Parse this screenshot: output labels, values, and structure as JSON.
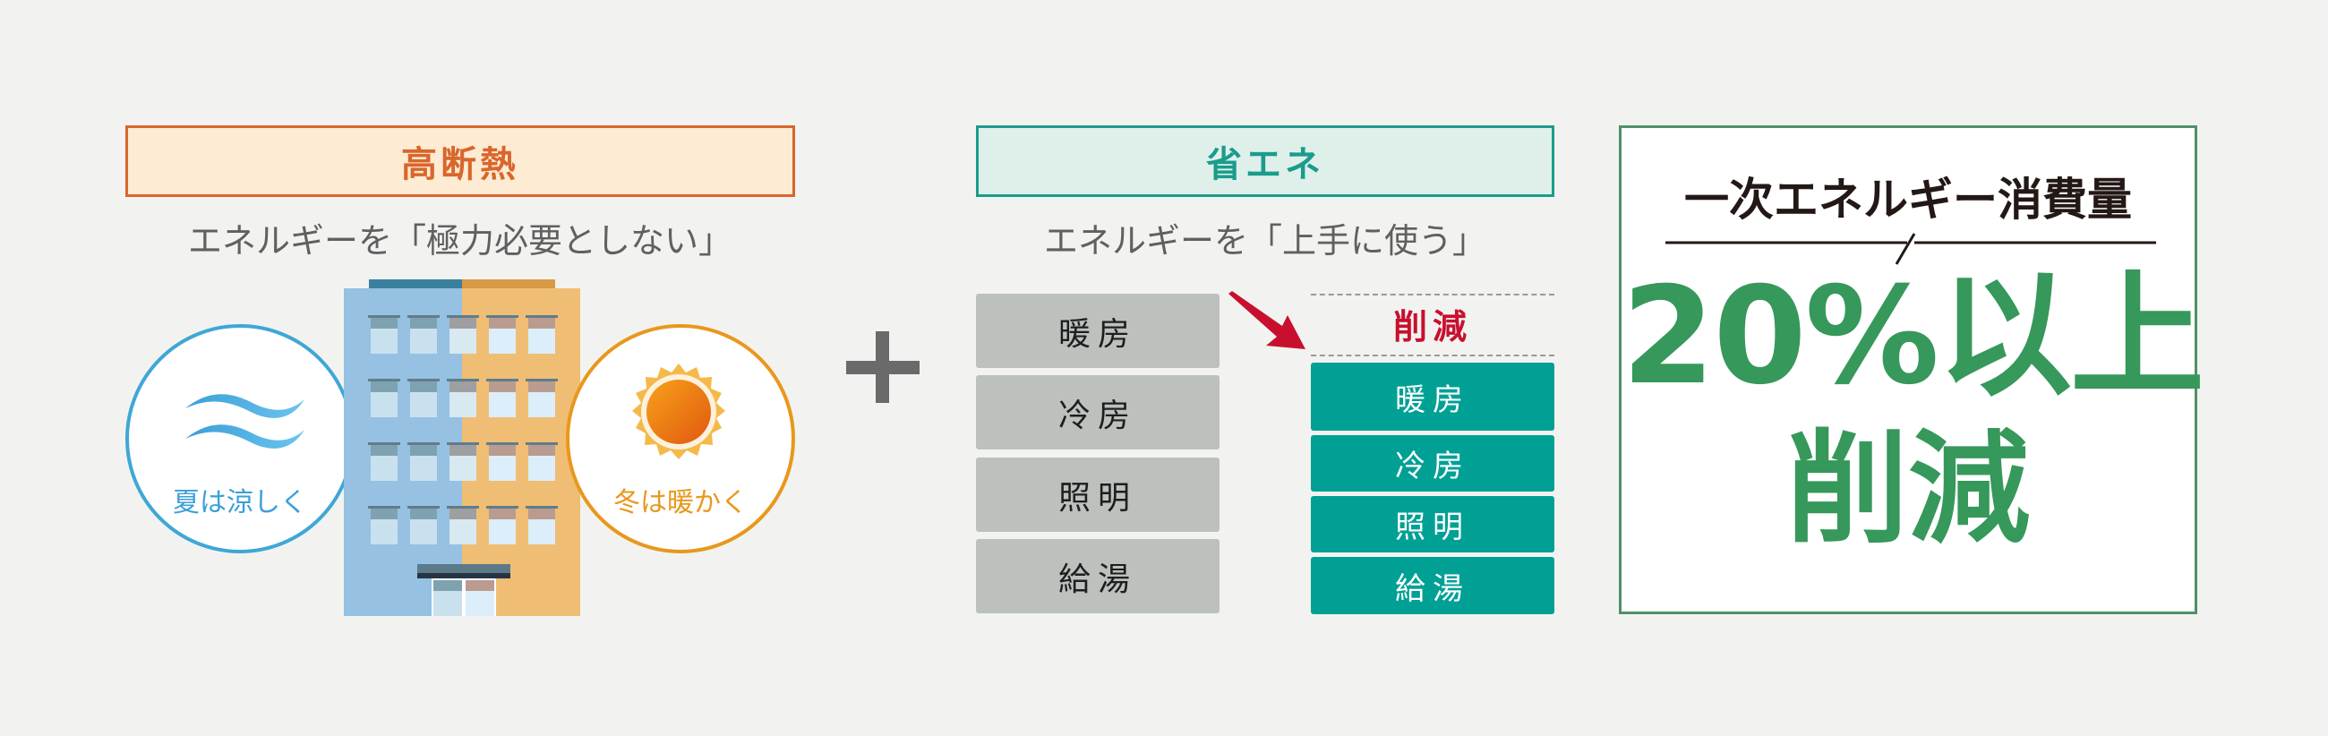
{
  "colors": {
    "background": "#f2f3f0",
    "insulation_accent": "#d9662c",
    "insulation_fill": "#fdebd3",
    "saving_accent": "#1a9c8c",
    "saving_fill": "#dff0eb",
    "reduction_red": "#c8102e",
    "result_green": "#36985a",
    "gray_box": "#bcc1bd",
    "teal_box": "#00a095",
    "summer_blue": "#3fa7d6",
    "winter_orange": "#e8981d"
  },
  "insulation": {
    "header": "高断熱",
    "subtitle": "エネルギーを「極力必要としない」",
    "summer": {
      "icon": "wind-waves-icon",
      "label": "夏は涼しく"
    },
    "winter": {
      "icon": "sun-icon",
      "label": "冬は暖かく"
    },
    "illustration": "building-icon"
  },
  "operator": {
    "symbol": "+",
    "icon": "plus-icon"
  },
  "energy_saving": {
    "header": "省エネ",
    "subtitle": "エネルギーを「上手に使う」",
    "before_items": [
      "暖房",
      "冷房",
      "照明",
      "給湯"
    ],
    "reduction_label": "削減",
    "after_items": [
      "暖房",
      "冷房",
      "照明",
      "給湯"
    ],
    "arrow_icon": "arrow-down-right-icon"
  },
  "result": {
    "title": "一次エネルギー消費量",
    "value_line1": "20%以上",
    "value_line2": "削減"
  }
}
